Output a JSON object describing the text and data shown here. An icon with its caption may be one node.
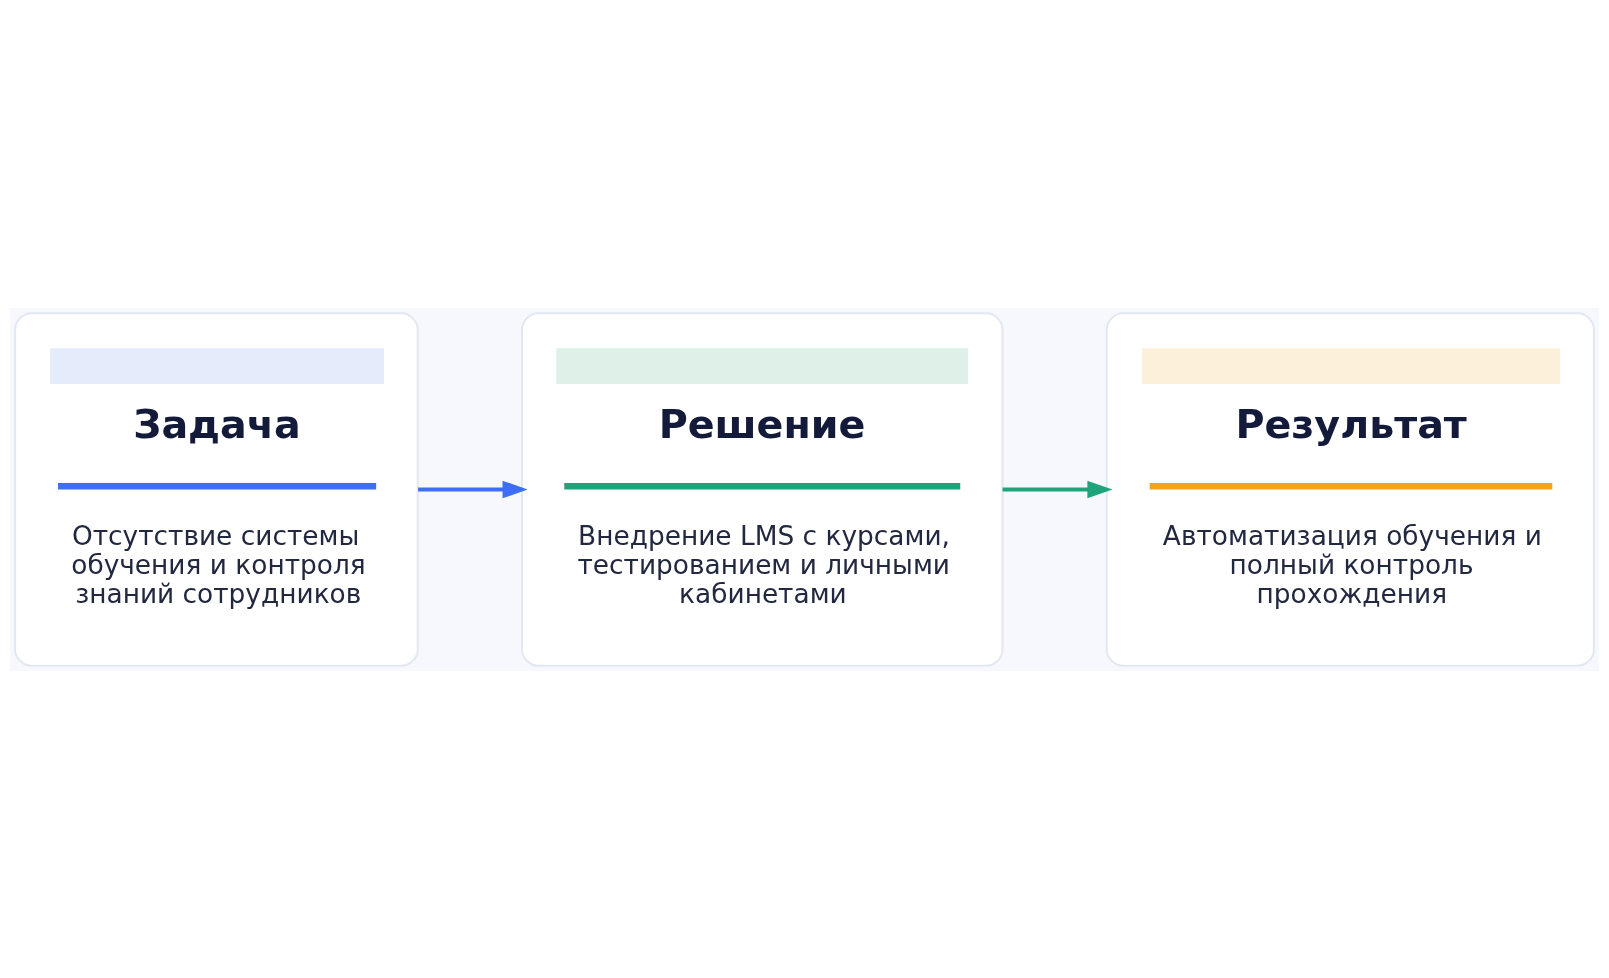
{
  "diagram": {
    "nodes": [
      {
        "text": [
          "Задача",
          "Отсутствие системы обучения и контроля знаний сотрудников"
        ]
      },
      {
        "text": [
          "Решение",
          "Внедрение LMS с курсами, тестированием и личными кабинетами"
        ]
      },
      {
        "text": [
          "Результат",
          "Автоматизация обучения и полный контроль прохождения"
        ]
      }
    ],
    "edges": [
      {
        "from": 0,
        "to": 1,
        "arrow": "to",
        "color": "#3d6ef5"
      },
      {
        "from": 1,
        "to": 2,
        "arrow": "to",
        "color": "#1fa37a"
      }
    ]
  }
}
